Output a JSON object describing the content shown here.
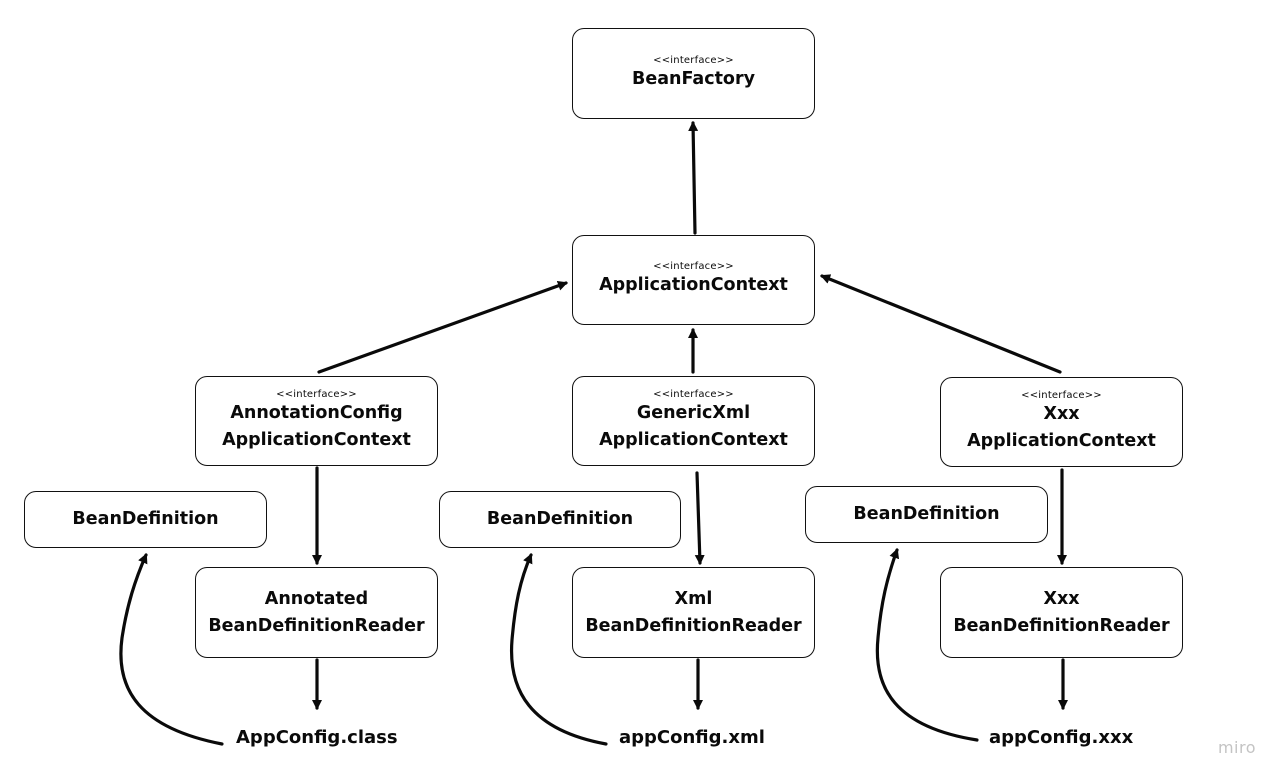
{
  "stereotype": "<<interface>>",
  "nodes": {
    "bean_factory": {
      "stereotype": "<<interface>>",
      "line1": "BeanFactory"
    },
    "application_context": {
      "stereotype": "<<interface>>",
      "line1": "ApplicationContext"
    },
    "annotation_config_context": {
      "stereotype": "<<interface>>",
      "line1": "AnnotationConfig",
      "line2": "ApplicationContext"
    },
    "generic_xml_context": {
      "stereotype": "<<interface>>",
      "line1": "GenericXml",
      "line2": "ApplicationContext"
    },
    "xxx_context": {
      "stereotype": "<<interface>>",
      "line1": "Xxx",
      "line2": "ApplicationContext"
    },
    "annotated_reader": {
      "line1": "Annotated",
      "line2": "BeanDefinitionReader"
    },
    "xml_reader": {
      "line1": "Xml",
      "line2": "BeanDefinitionReader"
    },
    "xxx_reader": {
      "line1": "Xxx",
      "line2": "BeanDefinitionReader"
    },
    "bean_definition_1": {
      "line1": "BeanDefinition"
    },
    "bean_definition_2": {
      "line1": "BeanDefinition"
    },
    "bean_definition_3": {
      "line1": "BeanDefinition"
    }
  },
  "files": {
    "app_config_class": "AppConfig.class",
    "app_config_xml": "appConfig.xml",
    "app_config_xxx": "appConfig.xxx"
  },
  "watermark": "miro"
}
